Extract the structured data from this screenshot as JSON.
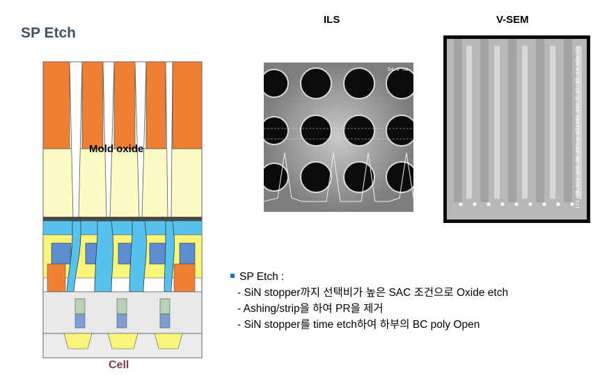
{
  "title": "SP Etch",
  "images": {
    "ils_title": "ILS",
    "vsem_title": "V-SEM",
    "ils_overlay": "94.8 nm",
    "vsem_overlay": "171 20.0kV X45.0K 667nm   GG1003 #07 C 17:02 14-NOV-03"
  },
  "diagram": {
    "mold_label": "Mold oxide",
    "cell_label": "Cell"
  },
  "bullets": {
    "heading": "SP Etch :",
    "items": [
      "- SiN stopper까지 선택비가 높은 SAC 조건으로 Oxide etch",
      "- Ashing/strip을 하여 PR을 제거",
      "- SiN stopper를 time etch하여 하부의 BC poly Open"
    ]
  },
  "colors": {
    "orange": "#ef7f33",
    "cream": "#fdfbc4",
    "yellow": "#f8f57a",
    "cyan": "#56c3ee",
    "blue": "#5b8ed1",
    "gray": "#e9e9e9",
    "green": "#b7d1b4",
    "title": "#3e5266",
    "cell": "#7a3a5a"
  }
}
